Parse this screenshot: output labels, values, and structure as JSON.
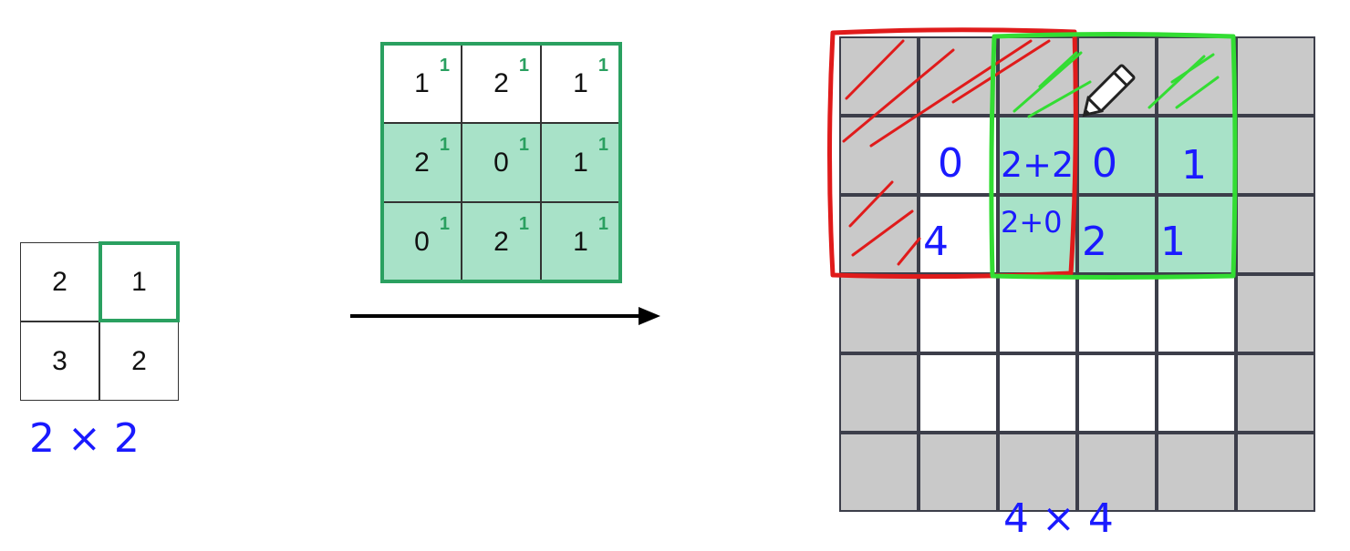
{
  "input": {
    "cells": [
      [
        "2",
        "1"
      ],
      [
        "3",
        "2"
      ]
    ],
    "highlight": [
      0,
      1
    ],
    "size_label": "2 × 2"
  },
  "kernel": {
    "values": [
      [
        "1",
        "2",
        "1"
      ],
      [
        "2",
        "0",
        "1"
      ],
      [
        "0",
        "2",
        "1"
      ]
    ],
    "weights": [
      [
        "1",
        "1",
        "1"
      ],
      [
        "1",
        "1",
        "1"
      ],
      [
        "1",
        "1",
        "1"
      ]
    ],
    "shaded_rows": [
      1,
      2
    ]
  },
  "output": {
    "size_label": "4 × 4",
    "handwritten": {
      "r1c1": "0",
      "r1c2": "2+2",
      "r1c3": "0",
      "r1c4": "1",
      "r2c1": "4",
      "r2c2": "2+0",
      "r2c3": "2",
      "r2c4": "1"
    }
  },
  "colors": {
    "highlight_green": "#2aa060",
    "kernel_fill": "#a8e2c8",
    "padding_gray": "#c9c9c9",
    "red_box": "#e01b1b",
    "green_box": "#33dd33",
    "ink_blue": "#1a1aff"
  },
  "icons": [
    "pencil-icon",
    "arrow-right-icon"
  ]
}
